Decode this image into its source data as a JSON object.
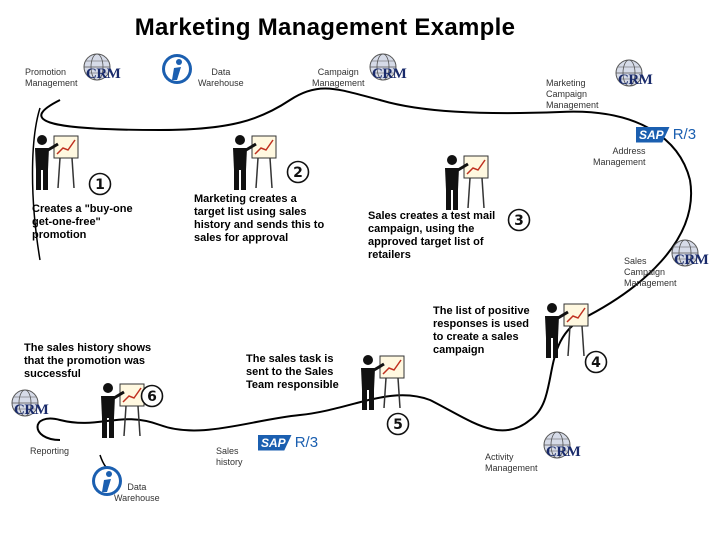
{
  "title": "Marketing Management Example",
  "systems": {
    "promotion_mgmt": "Promotion\nManagement",
    "data_warehouse_top": "Data\nWarehouse",
    "campaign_mgmt": "Campaign\nManagement",
    "marketing_campaign_mgmt": "Marketing\nCampaign\nManagement",
    "address_mgmt": "Address\nManagement",
    "sales_campaign_mgmt": "Sales\nCampaign\nManagement",
    "activity_mgmt": "Activity\nManagement",
    "sales_history": "Sales\nhistory",
    "reporting": "Reporting",
    "data_warehouse_bottom": "Data\nWarehouse"
  },
  "steps": {
    "s1": {
      "number": "1",
      "text": "Creates a \"buy-one\nget-one-free\"\npromotion"
    },
    "s2": {
      "number": "2",
      "text": "Marketing creates a\ntarget list using sales\nhistory and sends this to\nsales for approval"
    },
    "s3": {
      "number": "3",
      "text": "Sales creates a test mail\ncampaign, using the\napproved target list of\nretailers"
    },
    "s4": {
      "number": "4",
      "text": "The list of positive\nresponses is used\nto create a sales\ncampaign"
    },
    "s5": {
      "number": "5",
      "text": "The sales task is\nsent to the Sales\nTeam responsible"
    },
    "s6": {
      "number": "6",
      "text": "The sales history shows\nthat the promotion was\nsuccessful"
    }
  },
  "logos": {
    "crm": "CRM",
    "sap": "SAP",
    "r3": "R/3"
  },
  "colors": {
    "accent": "#1b5fb0",
    "crm": "#1a2b6b",
    "number_circle": "#5a8a3a",
    "line": "#000000"
  }
}
